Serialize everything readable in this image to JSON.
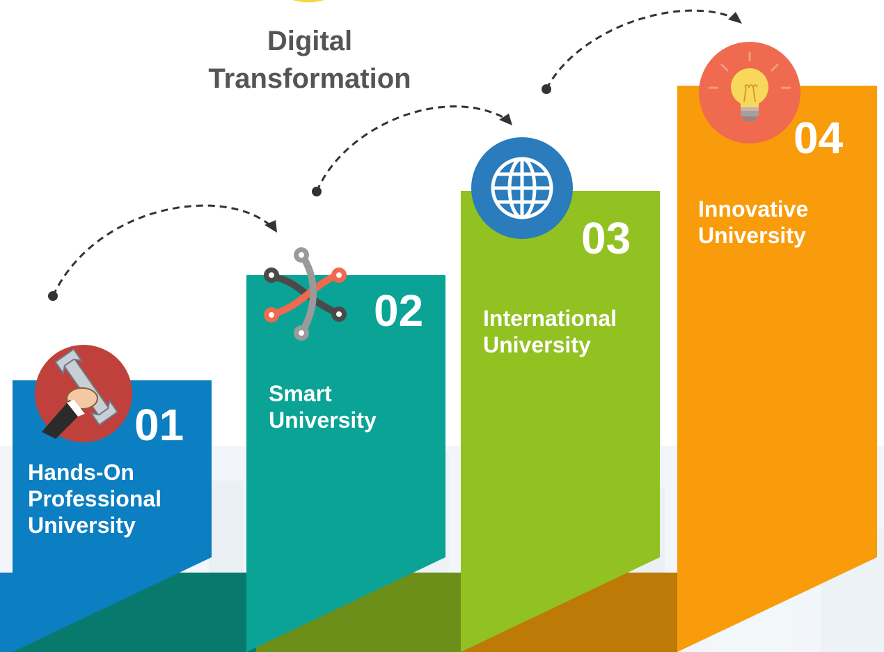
{
  "title": {
    "line1": "Digital",
    "line2": "Transformation"
  },
  "colors": {
    "step1": "#0c7ec2",
    "step2": "#0aa396",
    "step3": "#92c122",
    "step4": "#f89c0c",
    "base1": "#087a6d",
    "base2": "#6c8f19",
    "base3": "#bd7a06",
    "icon1_bg": "#c0413b",
    "icon3_bg": "#2a7cbc",
    "icon4_bg": "#ef6a4e",
    "arrow": "#333333"
  },
  "steps": [
    {
      "number": "01",
      "label_lines": [
        "Hands-On",
        "Professional",
        "University"
      ],
      "icon": "wrench-icon"
    },
    {
      "number": "02",
      "label_lines": [
        "Smart",
        "University"
      ],
      "icon": "network-nodes-icon"
    },
    {
      "number": "03",
      "label_lines": [
        "International",
        "University"
      ],
      "icon": "globe-icon"
    },
    {
      "number": "04",
      "label_lines": [
        "Innovative",
        "University"
      ],
      "icon": "lightbulb-icon"
    }
  ]
}
